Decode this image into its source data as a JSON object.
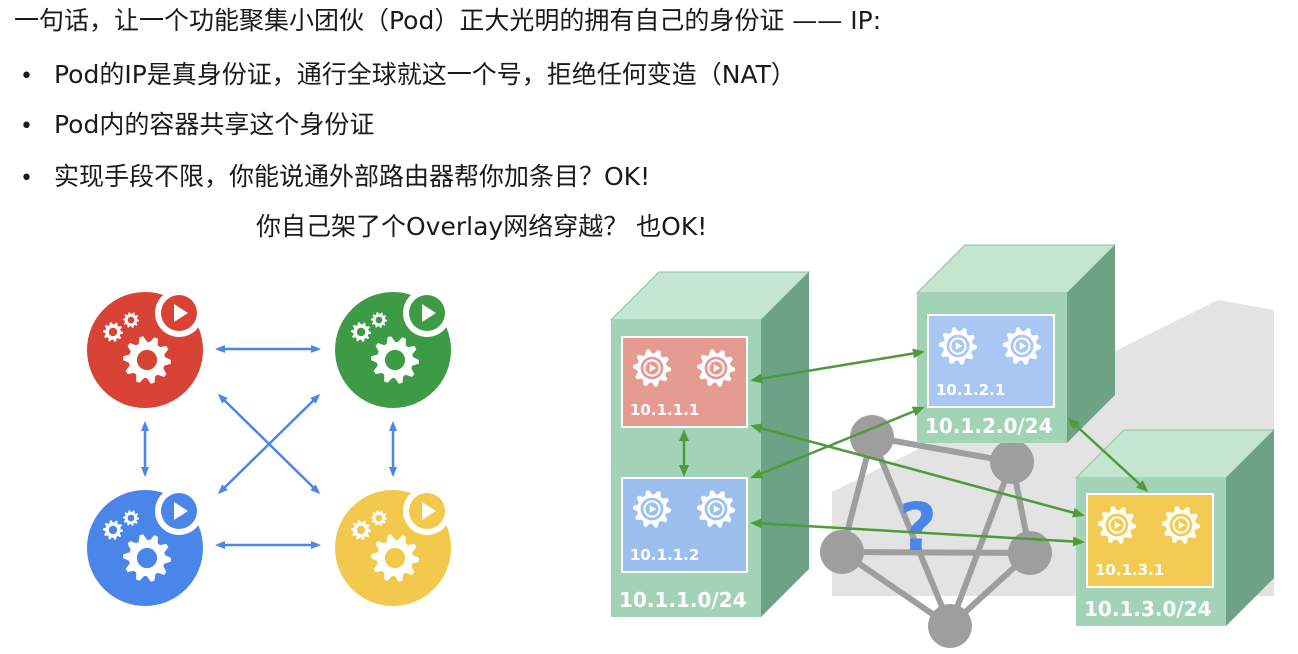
{
  "text": {
    "headline": "一句话，让一个功能聚集小团伙（Pod）正大光明的拥有自己的身份证 —— IP:",
    "bullets": [
      "Pod的IP是真身份证，通行全球就这一个号，拒绝任何变造（NAT）",
      "Pod内的容器共享这个身份证",
      "实现手段不限，你能说通外部路由器帮你加条目？OK!"
    ],
    "continuation": "你自己架了个Overlay网络穿越？ 也OK!"
  },
  "pods": [
    {
      "color": "#d84336"
    },
    {
      "color": "#3d9a45"
    },
    {
      "color": "#4a86ea"
    },
    {
      "color": "#f2c94c"
    }
  ],
  "hosts": [
    {
      "subnet": "10.1.1.0/24",
      "pods": [
        "10.1.1.1",
        "10.1.1.2"
      ],
      "pod_colors": [
        "#e59a92",
        "#9dbff0"
      ]
    },
    {
      "subnet": "10.1.2.0/24",
      "pods": [
        "10.1.2.1"
      ],
      "pod_colors": [
        "#a9c7f2"
      ]
    },
    {
      "subnet": "10.1.3.0/24",
      "pods": [
        "10.1.3.1"
      ],
      "pod_colors": [
        "#f4cb52"
      ]
    }
  ],
  "network_mark": "?",
  "colors": {
    "box_front": "#a3d3b6",
    "box_side": "#6da286",
    "box_top": "#c4e6d1",
    "arrow_blue": "#4a86ea",
    "arrow_green": "#4f9a39",
    "network_node": "#9e9e9e",
    "question": "#4a86ea"
  },
  "icons": [
    "gear-icon",
    "play-icon",
    "arrow-icon"
  ]
}
